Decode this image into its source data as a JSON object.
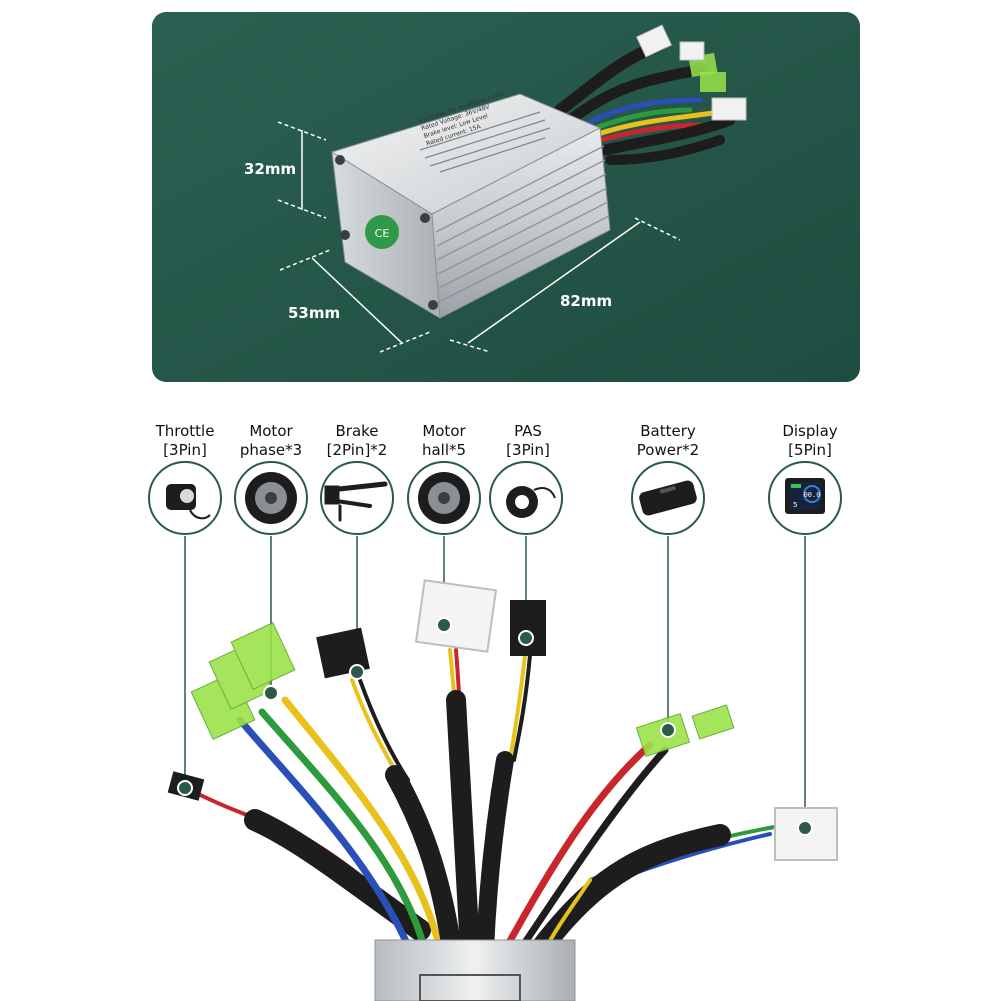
{
  "dimensions": {
    "height": "32mm",
    "depth": "53mm",
    "length": "82mm"
  },
  "controller_label": {
    "line1": "Controller for brushless motor",
    "line2": "Rated Voltage: 36V/48V",
    "line3": "Brake level: Low Level",
    "line4": "Rated current: 15A"
  },
  "connectors": [
    {
      "id": "throttle",
      "line1": "Throttle",
      "line2": "[3Pin]",
      "icon": "throttle-icon"
    },
    {
      "id": "motor-phase",
      "line1": "Motor",
      "line2": "phase*3",
      "icon": "hub-motor-icon"
    },
    {
      "id": "brake",
      "line1": "Brake",
      "line2": "[2Pin]*2",
      "icon": "brake-lever-icon"
    },
    {
      "id": "motor-hall",
      "line1": "Motor",
      "line2": "hall*5",
      "icon": "hub-motor-icon"
    },
    {
      "id": "pas",
      "line1": "PAS",
      "line2": "[3Pin]",
      "icon": "pas-sensor-icon"
    },
    {
      "id": "battery",
      "line1": "Battery",
      "line2": "Power*2",
      "icon": "battery-icon"
    },
    {
      "id": "display",
      "line1": "Display",
      "line2": "[5Pin]",
      "icon": "lcd-display-icon"
    }
  ],
  "display_icon": {
    "speed_text": "00.0",
    "small_text": "5"
  },
  "colors": {
    "panel_green": "#24574a",
    "accent_green": "#1f6b4a",
    "wire_red": "#c8262c",
    "wire_yellow": "#e8c21a",
    "wire_green": "#2d9a3b",
    "wire_blue": "#2b4fb8",
    "wire_black": "#1d1d1d",
    "connector_lime": "#9be34a"
  }
}
